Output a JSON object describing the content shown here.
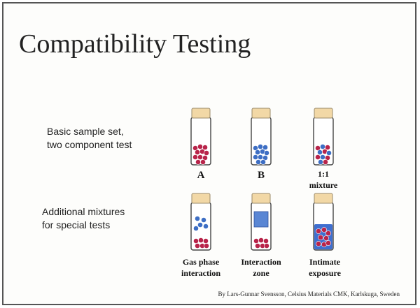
{
  "slide": {
    "title": "Compatibility Testing",
    "row1_label": [
      "Basic sample set,",
      "two component test"
    ],
    "row2_label": [
      "Additional mixtures",
      "for special tests"
    ],
    "row1_captions": [
      {
        "lines": [
          "A"
        ]
      },
      {
        "lines": [
          "B"
        ]
      },
      {
        "lines": [
          "1:1",
          "mixture"
        ]
      }
    ],
    "row2_captions": [
      {
        "lines": [
          "Gas phase",
          "interaction"
        ]
      },
      {
        "lines": [
          "Interaction",
          "zone"
        ]
      },
      {
        "lines": [
          "Intimate",
          "exposure"
        ]
      }
    ],
    "credit": "By Lars-Gunnar Svensson, Celsius Materials CMK, Karlskuga, Sweden"
  },
  "vials": {
    "row1": [
      {
        "content": "red beads"
      },
      {
        "content": "blue beads"
      },
      {
        "content": "mixed red and blue beads"
      }
    ],
    "row2": [
      {
        "content": "red beads at bottom, blue beads above (gas phase)"
      },
      {
        "content": "blue square block above red beads"
      },
      {
        "content": "blue liquid with red beads"
      }
    ]
  },
  "colors": {
    "cap": "#f2d8a6",
    "cap_stroke": "#9a8a6a",
    "glass_stroke": "#444444",
    "red_bead": "#b8244a",
    "blue_bead": "#3d6ec4",
    "blue_liquid": "#3f6fd0",
    "blue_block": "#5a86d4"
  }
}
